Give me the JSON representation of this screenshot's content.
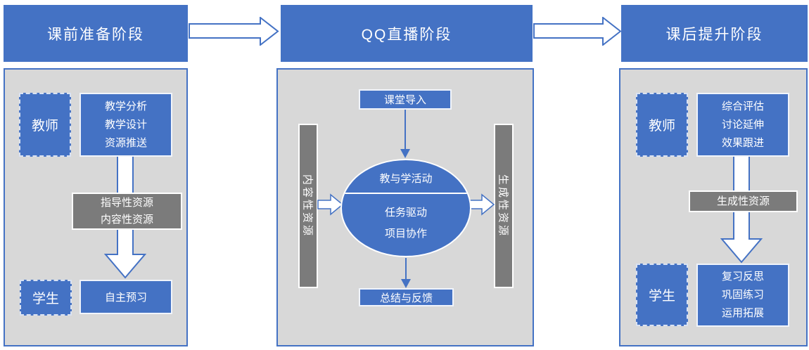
{
  "colors": {
    "accent_blue": "#4472C4",
    "panel_gray": "#D8D8D8",
    "dark_gray": "#7B7B7B",
    "arrow_fill": "#FFFFFF"
  },
  "stages": [
    {
      "header": "课前准备阶段",
      "actor_top": "教师",
      "tasks_top": [
        "教学分析",
        "教学设计",
        "资源推送"
      ],
      "resource_lines": [
        "指导性资源",
        "内容性资源"
      ],
      "actor_bottom": "学生",
      "tasks_bottom": [
        "自主预习"
      ]
    },
    {
      "header": "QQ直播阶段",
      "intro_box": "课堂导入",
      "left_bar": "内容性资源",
      "right_bar": "生成性资源",
      "ellipse_top": "教与学活动",
      "ellipse_bottom": [
        "任务驱动",
        "项目协作"
      ],
      "summary_box": "总结与反馈"
    },
    {
      "header": "课后提升阶段",
      "actor_top": "教师",
      "tasks_top": [
        "综合评估",
        "讨论延伸",
        "效果跟进"
      ],
      "resource_lines": [
        "生成性资源"
      ],
      "actor_bottom": "学生",
      "tasks_bottom": [
        "复习反思",
        "巩固练习",
        "运用拓展"
      ]
    }
  ]
}
